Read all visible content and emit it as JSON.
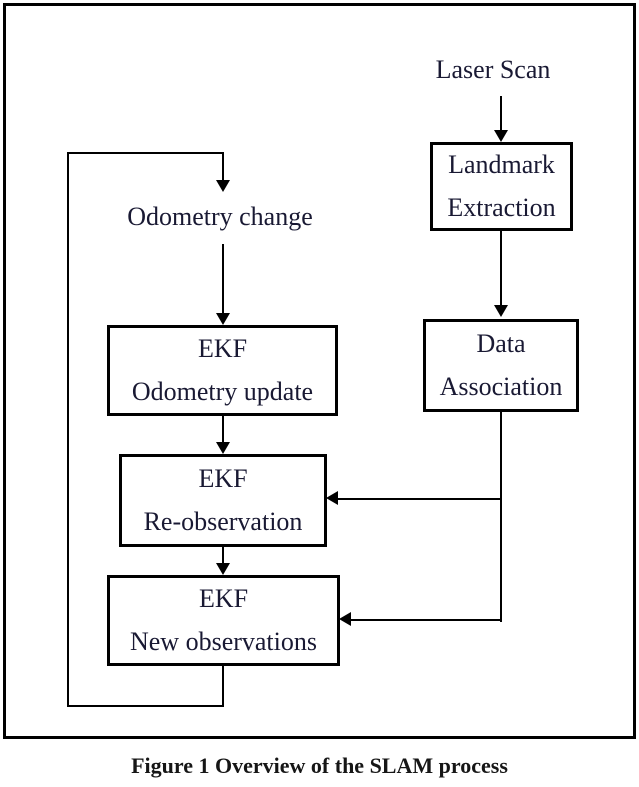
{
  "diagram": {
    "labels": {
      "laser_scan": "Laser Scan",
      "odometry_change": "Odometry change"
    },
    "nodes": {
      "landmark_extraction": {
        "line1": "Landmark",
        "line2": "Extraction"
      },
      "data_association": {
        "line1": "Data",
        "line2": "Association"
      },
      "ekf_odometry_update": {
        "line1": "EKF",
        "line2": "Odometry update"
      },
      "ekf_reobservation": {
        "line1": "EKF",
        "line2": "Re-observation"
      },
      "ekf_new_observations": {
        "line1": "EKF",
        "line2": "New observations"
      }
    },
    "caption": "Figure 1 Overview of the SLAM process",
    "colors": {
      "line": "#000000",
      "text": "#191933",
      "caption": "#161616",
      "background": "#ffffff"
    }
  }
}
